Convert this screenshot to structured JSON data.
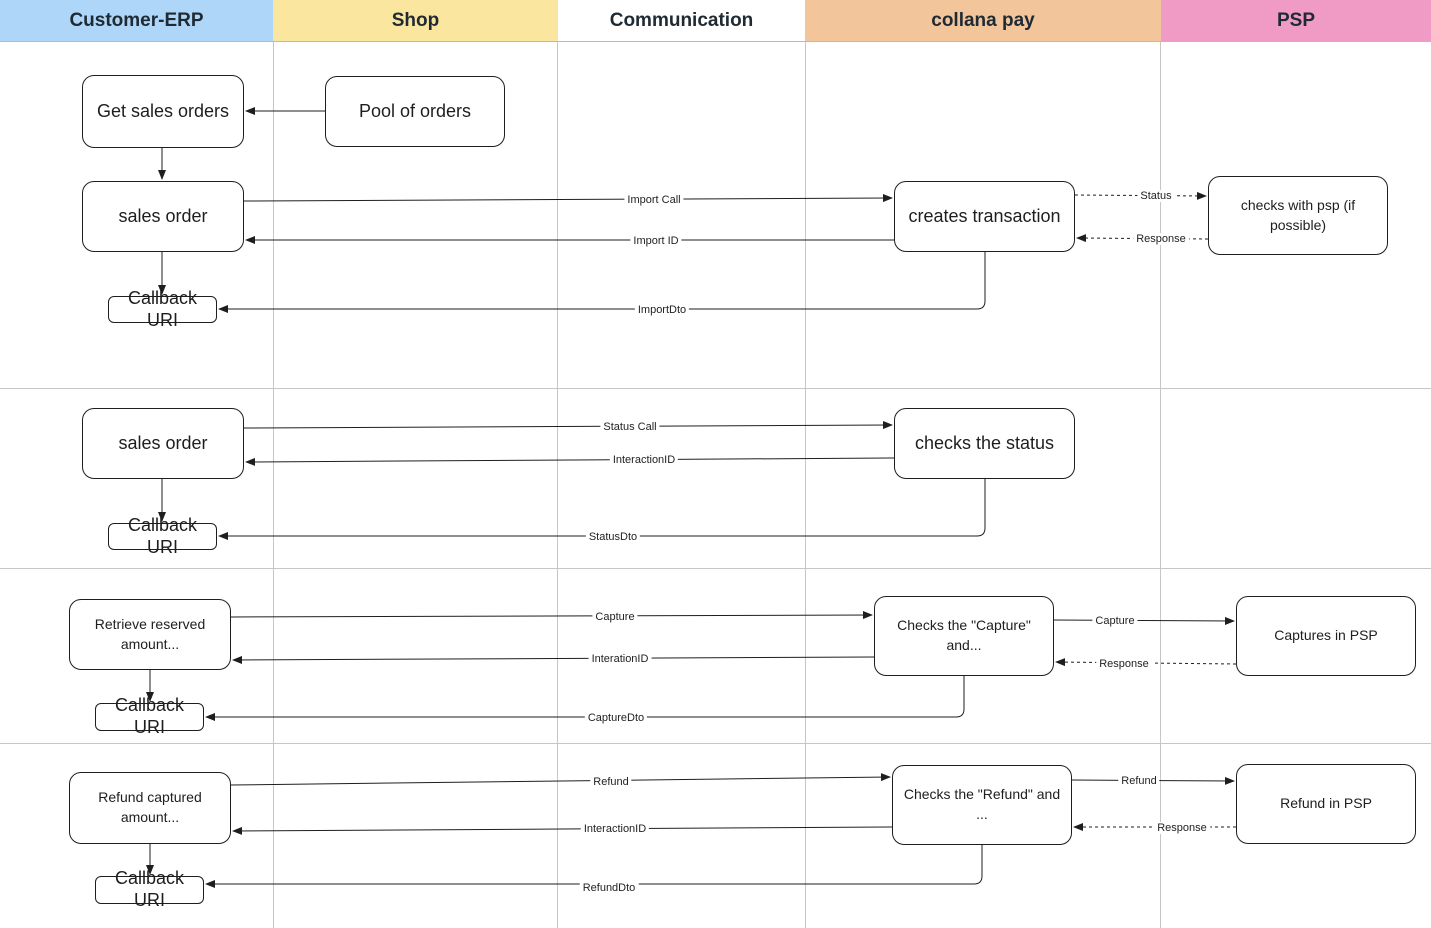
{
  "lanes": [
    {
      "label": "Customer-ERP",
      "color": "#aed6f9"
    },
    {
      "label": "Shop",
      "color": "#fbe6a0"
    },
    {
      "label": "Communication",
      "color": "#ffffff"
    },
    {
      "label": "collana pay",
      "color": "#f2c59b"
    },
    {
      "label": "PSP",
      "color": "#f09ac6"
    }
  ],
  "nodes": {
    "get_sales_orders": "Get sales orders",
    "pool_of_orders": "Pool of orders",
    "sales_order_1": "sales order",
    "creates_transaction": "creates transaction",
    "checks_with_psp": "checks with psp (if possible)",
    "callback_1": "Callback URI",
    "sales_order_2": "sales order",
    "checks_status": "checks the status",
    "callback_2": "Callback URI",
    "retrieve_reserved": "Retrieve reserved amount...",
    "checks_capture": "Checks the \"Capture\" and...",
    "captures_in_psp": "Captures in PSP",
    "callback_3": "Callback URI",
    "refund_captured": "Refund captured amount...",
    "checks_refund": "Checks the \"Refund\" and ...",
    "refund_in_psp": "Refund in PSP",
    "callback_4": "Callback URI"
  },
  "edge_labels": {
    "import_call": "Import Call",
    "import_id": "Import ID",
    "status_1": "Status",
    "response_1": "Response",
    "import_dto": "ImportDto",
    "status_call": "Status Call",
    "interaction_id_1": "InteractionID",
    "status_dto": "StatusDto",
    "capture_1": "Capture",
    "interation_id": "InterationID",
    "capture_2": "Capture",
    "response_2": "Response",
    "capture_dto": "CaptureDto",
    "refund_1": "Refund",
    "interaction_id_2": "InteractionID",
    "refund_2": "Refund",
    "response_3": "Response",
    "refund_dto": "RefundDto"
  }
}
